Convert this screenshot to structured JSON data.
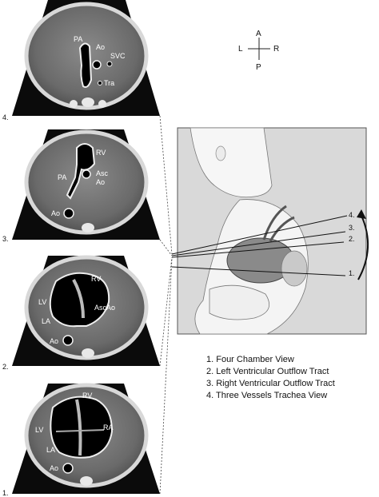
{
  "panels": [
    {
      "number": "4.",
      "labels": [
        "PA",
        "Ao",
        "SVC",
        "Tra"
      ]
    },
    {
      "number": "3.",
      "labels": [
        "RV",
        "PA",
        "Asc",
        "Ao",
        "Ao"
      ]
    },
    {
      "number": "2.",
      "labels": [
        "RV",
        "LV",
        "AscAo",
        "LA",
        "Ao"
      ]
    },
    {
      "number": "1.",
      "labels": [
        "RV",
        "LV",
        "RA",
        "LA",
        "Ao"
      ]
    }
  ],
  "compass": {
    "anterior": "A",
    "posterior": "P",
    "left": "L",
    "right": "R"
  },
  "plane_numbers": [
    "4.",
    "3.",
    "2.",
    "1."
  ],
  "legend": [
    "1. Four Chamber View",
    "2. Left Ventricular Outflow Tract",
    "3. Right Ventricular Outflow Tract",
    "4. Three Vessels Trachea View"
  ]
}
